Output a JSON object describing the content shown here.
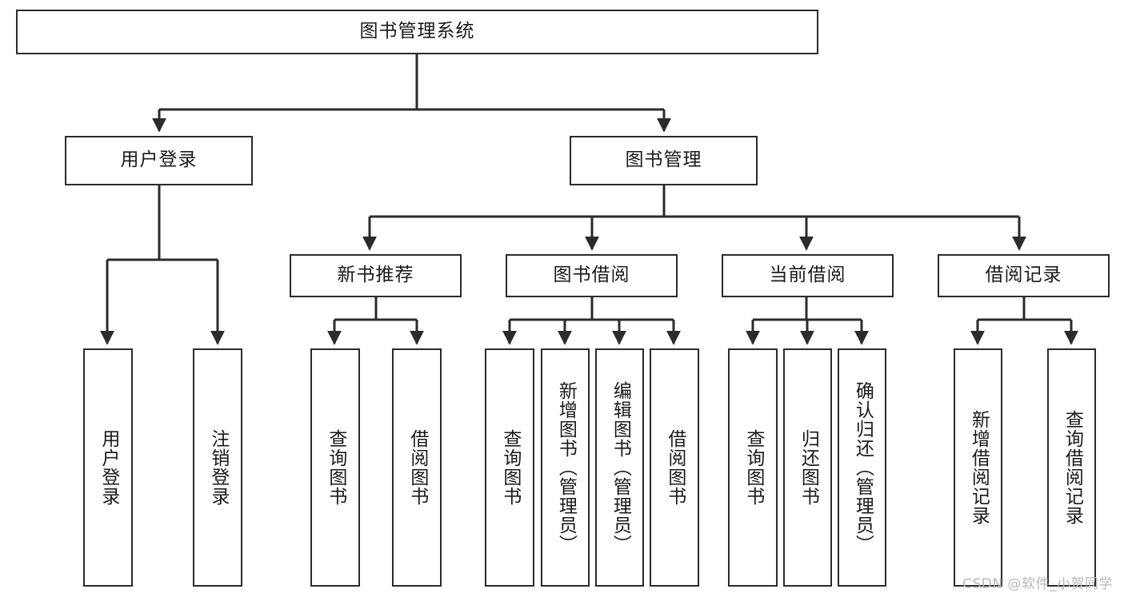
{
  "diagram": {
    "title": "图书管理系统",
    "watermark": "CSDN @软件_小贺同学",
    "colors": {
      "stroke": "#2b2b2b",
      "fill": "#ffffff",
      "text": "#1a1a1a",
      "watermark": "#b8b8b8"
    },
    "root": {
      "label": "图书管理系统"
    },
    "level2": [
      {
        "label": "用户登录"
      },
      {
        "label": "图书管理"
      }
    ],
    "level3": [
      {
        "label": "新书推荐"
      },
      {
        "label": "图书借阅"
      },
      {
        "label": "当前借阅"
      },
      {
        "label": "借阅记录"
      }
    ],
    "leaves": {
      "user_login": [
        {
          "label": "用户登录"
        },
        {
          "label": "注销登录"
        }
      ],
      "new_book": [
        {
          "label": "查询图书"
        },
        {
          "label": "借阅图书"
        }
      ],
      "book_borrow": [
        {
          "label": "查询图书"
        },
        {
          "label": "新增图书（管理员）"
        },
        {
          "label": "编辑图书（管理员）"
        },
        {
          "label": "借阅图书"
        }
      ],
      "current_borrow": [
        {
          "label": "查询图书"
        },
        {
          "label": "归还图书"
        },
        {
          "label": "确认归还（管理员）"
        }
      ],
      "borrow_record": [
        {
          "label": "新增借阅记录"
        },
        {
          "label": "查询借阅记录"
        }
      ]
    }
  }
}
